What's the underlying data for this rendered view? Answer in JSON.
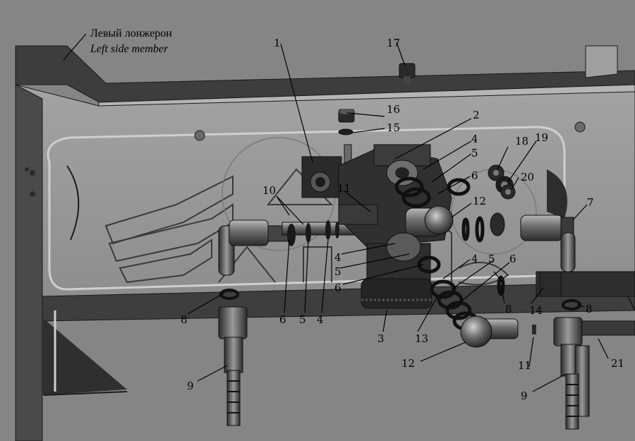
{
  "caption": {
    "label_ru": "Левый лонжерон",
    "label_en": "Left side member"
  },
  "callouts": [
    "1",
    "2",
    "3",
    "4",
    "5",
    "6",
    "7",
    "8",
    "9",
    "10",
    "11",
    "12",
    "13",
    "14",
    "15",
    "16",
    "17",
    "18",
    "19",
    "20",
    "21"
  ],
  "colors": {
    "background": "#858585",
    "frame_rail": "#9a9a9a",
    "frame_dark": "#3d3d3d",
    "part_dark": "#2a2a2a",
    "part_mid": "#5a5a5a",
    "part_light": "#8f8f8f",
    "outline": "#1a1a1a"
  }
}
